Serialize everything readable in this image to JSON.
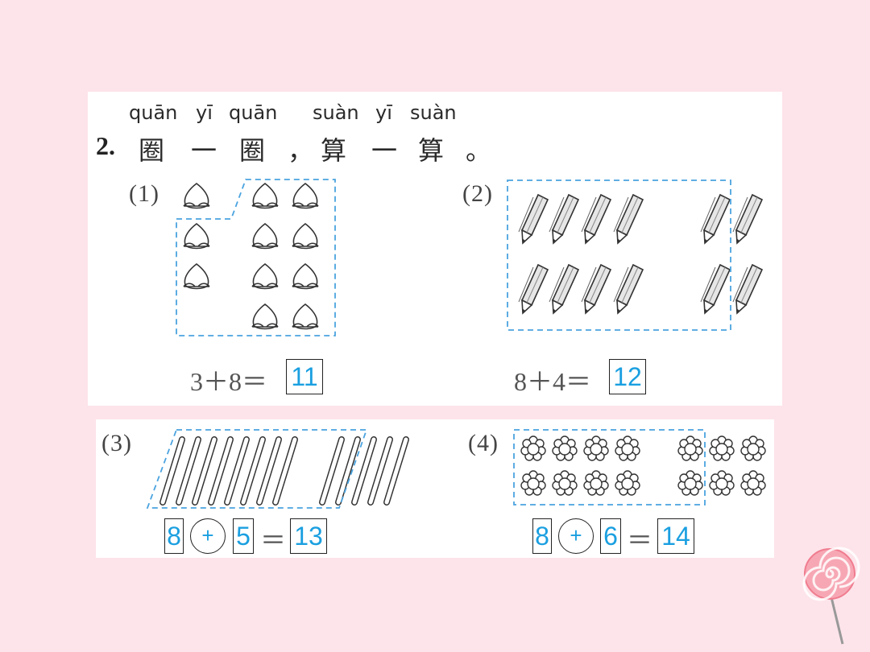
{
  "colors": {
    "background": "#fde4ea",
    "answer": "#1a9fe0",
    "dashed": "#4aa3df"
  },
  "header": {
    "pinyin": [
      "quān",
      "yī",
      "quān",
      "suàn",
      "yī",
      "suàn"
    ],
    "number": "2.",
    "chars": [
      "圈",
      "一",
      "圈",
      "，",
      "算",
      "一",
      "算",
      "。"
    ]
  },
  "problems": [
    {
      "label": "(1)",
      "icon": "peach-icon",
      "equation": "3＋8＝",
      "answer": "11"
    },
    {
      "label": "(2)",
      "icon": "pencil-icon",
      "equation": "8＋4＝",
      "answer": "12"
    },
    {
      "label": "(3)",
      "icon": "stick-icon",
      "a": "8",
      "op": "+",
      "b": "5",
      "eq": "＝",
      "answer": "13"
    },
    {
      "label": "(4)",
      "icon": "flower-icon",
      "a": "8",
      "op": "+",
      "b": "6",
      "eq": "＝",
      "answer": "14"
    }
  ],
  "decoration": {
    "icon": "lollipop-icon"
  }
}
